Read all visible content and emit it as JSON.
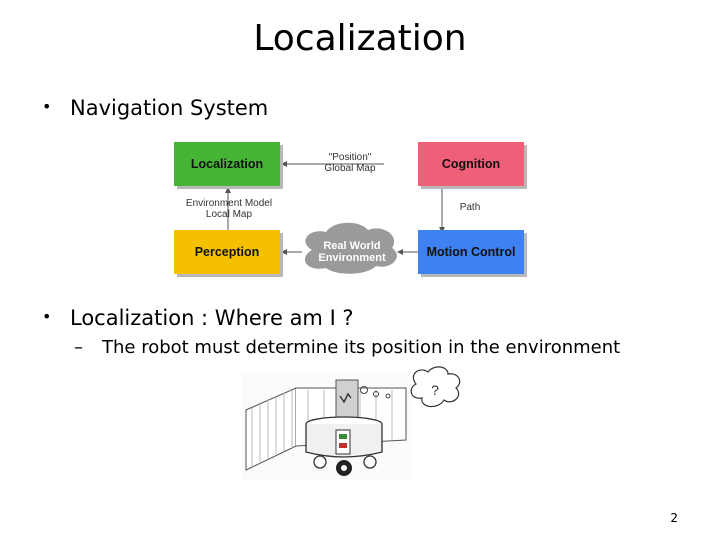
{
  "slide": {
    "title": "Localization",
    "bullet1": "Navigation System",
    "bullet2": "Localization : Where am I ?",
    "sub_bullet_marker": "–",
    "sub_bullet": "The robot must determine its position in the environment",
    "page_number": "2"
  },
  "diagram": {
    "nodes": {
      "localization": "Localization",
      "cognition": "Cognition",
      "perception": "Perception",
      "motion_control": "Motion Control"
    },
    "labels": {
      "position_line1": "\"Position\"",
      "position_line2": "Global Map",
      "env_model_line1": "Environment Model",
      "env_model_line2": "Local Map",
      "path": "Path",
      "real_world_line1": "Real World",
      "real_world_line2": "Environment"
    },
    "colors": {
      "localization": "#46b435",
      "cognition": "#ef5f78",
      "perception": "#f5c000",
      "motion_control": "#3d82f0"
    }
  },
  "illustration": {
    "thought_text": "?"
  }
}
